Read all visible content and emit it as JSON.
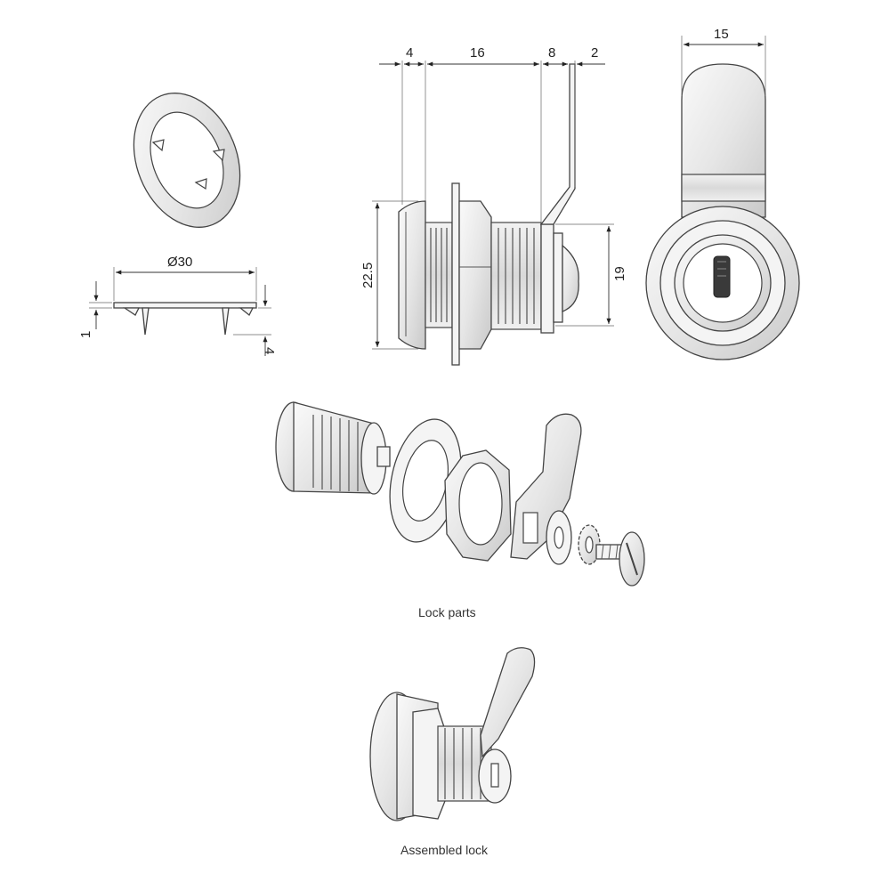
{
  "washer_view": {
    "diameter_label": "Ø30",
    "thickness_label": "1",
    "prong_label": "4"
  },
  "side_view": {
    "top_dims": [
      "4",
      "16",
      "8",
      "2"
    ],
    "height_label": "22.5",
    "cam_height_label": "19"
  },
  "front_view": {
    "width_label": "15"
  },
  "captions": {
    "exploded": "Lock parts",
    "assembled": "Assembled lock"
  }
}
